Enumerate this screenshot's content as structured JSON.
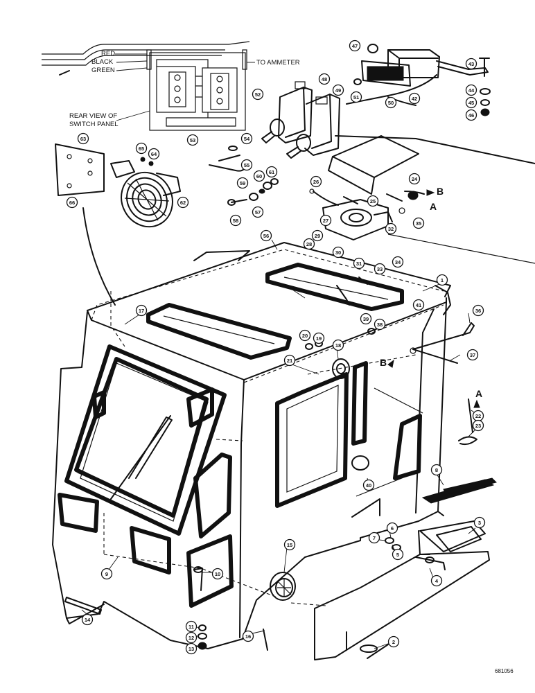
{
  "diagram": {
    "wire_labels": [
      "RED",
      "BLACK",
      "GREEN"
    ],
    "to_ammeter": "TO AMMETER",
    "switch_panel_caption": [
      "REAR VIEW OF",
      "SWITCH PANEL"
    ],
    "connector_letters": [
      "A",
      "B"
    ],
    "drawing_number": "681056",
    "part_callouts": [
      "1",
      "2",
      "3",
      "4",
      "5",
      "6",
      "7",
      "8",
      "9",
      "10",
      "11",
      "12",
      "13",
      "14",
      "15",
      "16",
      "17",
      "18",
      "19",
      "20",
      "21",
      "22",
      "23",
      "24",
      "25",
      "26",
      "27",
      "28",
      "29",
      "30",
      "31",
      "32",
      "33",
      "34",
      "35",
      "36",
      "37",
      "38",
      "39",
      "40",
      "41",
      "42",
      "43",
      "44",
      "45",
      "46",
      "47",
      "48",
      "49",
      "50",
      "51",
      "52",
      "53",
      "54",
      "55",
      "56",
      "57",
      "58",
      "59",
      "60",
      "61",
      "62",
      "63",
      "64",
      "65",
      "66"
    ]
  }
}
